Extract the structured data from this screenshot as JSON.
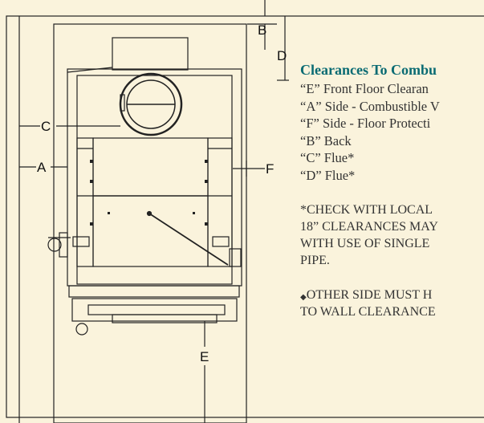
{
  "dimension_labels": {
    "a": "A",
    "b": "B",
    "c": "C",
    "d": "D",
    "e": "E",
    "f": "F"
  },
  "panel": {
    "title": "Clearances To Combu",
    "items": [
      "“E” Front Floor Clearan",
      "“A” Side - Combustible V",
      "“F” Side - Floor Protecti",
      "“B” Back",
      "“C” Flue*",
      "“D” Flue*"
    ],
    "note1": [
      "*CHECK WITH LOCAL",
      "18” CLEARANCES MAY",
      "WITH USE OF SINGLE",
      "PIPE."
    ],
    "note2": [
      "OTHER SIDE MUST H",
      "TO WALL CLEARANCE"
    ]
  },
  "colors": {
    "background": "#faf3dc",
    "title": "#0a6b73",
    "text": "#333333",
    "lines": "#222222"
  }
}
